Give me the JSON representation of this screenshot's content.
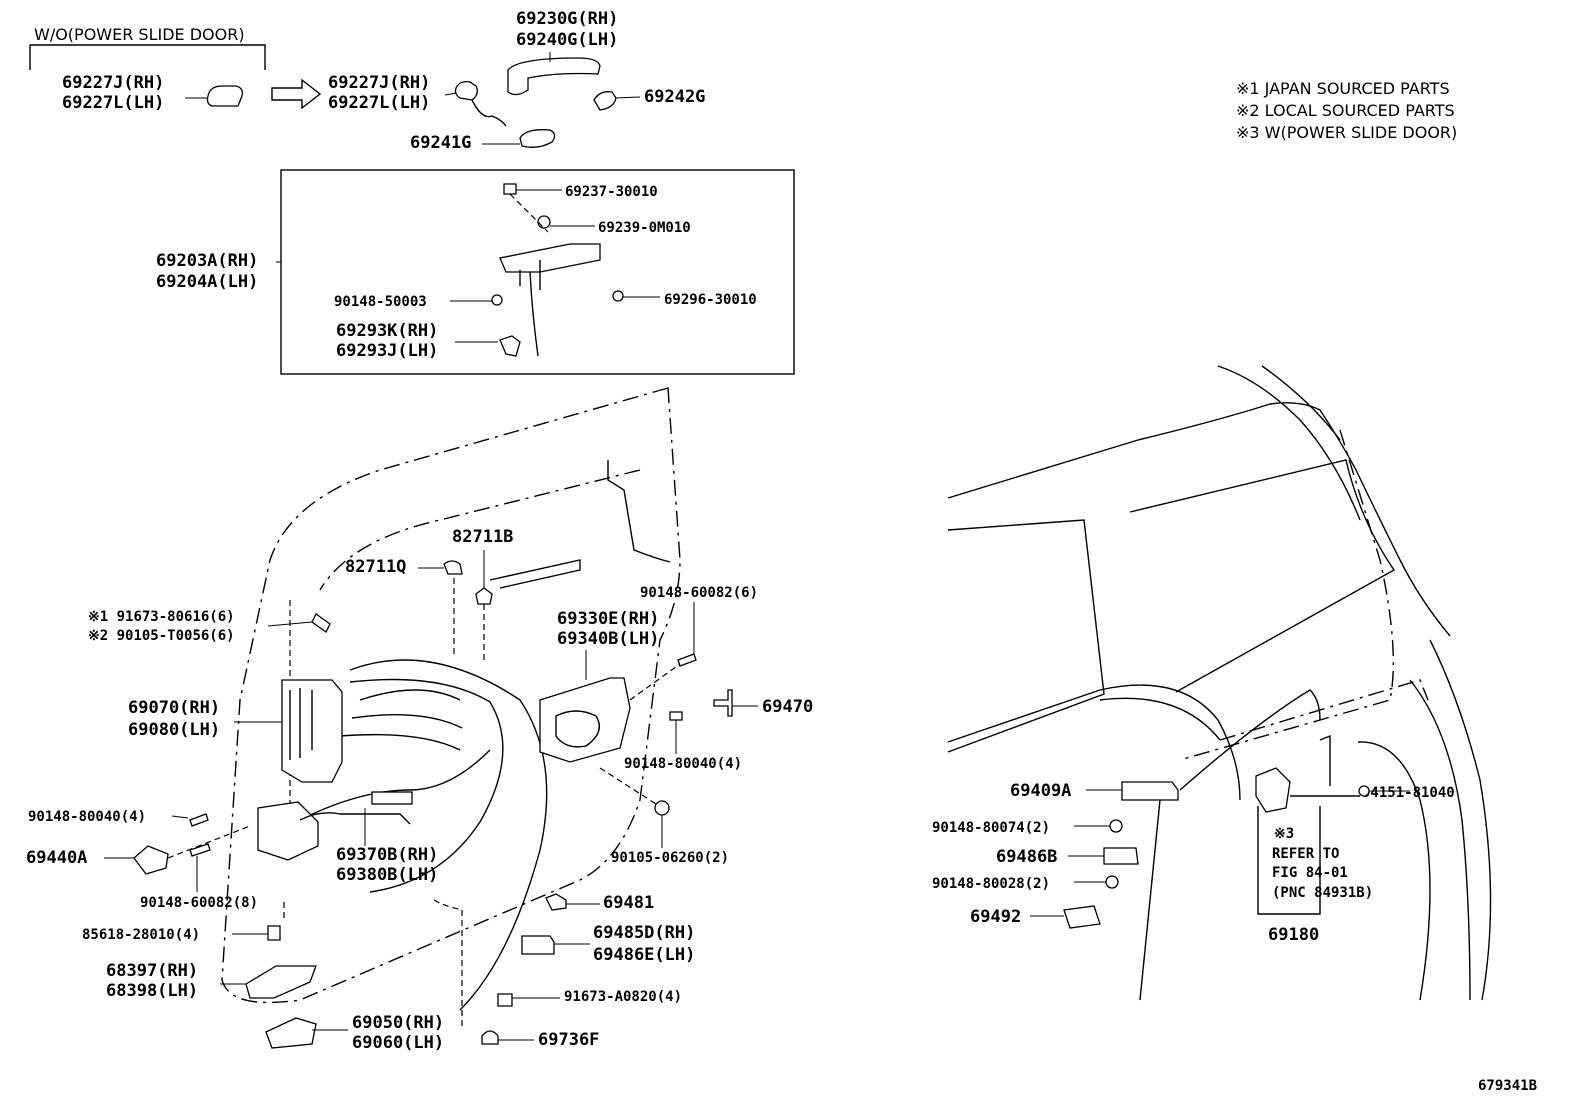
{
  "header": {
    "variant_label": "W/O(POWER SLIDE DOOR)"
  },
  "notes": [
    "※1 JAPAN SOURCED PARTS",
    "※2 LOCAL SOURCED PARTS",
    "※3 W(POWER SLIDE DOOR)"
  ],
  "parts": {
    "p69227J": "69227J(RH)",
    "p69227L": "69227L(LH)",
    "p69227J_b": "69227J(RH)",
    "p69227L_b": "69227L(LH)",
    "p69230G": "69230G(RH)",
    "p69240G": "69240G(LH)",
    "p69242G": "69242G",
    "p69241G": "69241G",
    "p69237": "69237-30010",
    "p69239": "69239-0M010",
    "p69203A": "69203A(RH)",
    "p69204A": "69204A(LH)",
    "p90148_50003": "90148-50003",
    "p69296": "69296-30010",
    "p69293K": "69293K(RH)",
    "p69293J": "69293J(LH)",
    "p82711B": "82711B",
    "p82711Q": "82711Q",
    "p91673_80616": "※1 91673-80616(6)",
    "p90105_T0056": "※2 90105-T0056(6)",
    "p90148_60082_top": "90148-60082(6)",
    "p69330E": "69330E(RH)",
    "p69340B": "69340B(LH)",
    "p69470": "69470",
    "p69070": "69070(RH)",
    "p69080": "69080(LH)",
    "p90148_80040_r": "90148-80040(4)",
    "p90148_80040_l": "90148-80040(4)",
    "p69440A": "69440A",
    "p69370B": "69370B(RH)",
    "p69380B": "69380B(LH)",
    "p90105_06260": "90105-06260(2)",
    "p90148_60082_b": "90148-60082(8)",
    "p69481": "69481",
    "p85618": "85618-28010(4)",
    "p69485D": "69485D(RH)",
    "p69486E": "69486E(LH)",
    "p68397": "68397(RH)",
    "p68398": "68398(LH)",
    "p91673_A0820": "91673-A0820(4)",
    "p69050": "69050(RH)",
    "p69060": "69060(LH)",
    "p69736F": "69736F",
    "p69409A": "69409A",
    "p94151": "94151-81040",
    "p90148_80074": "90148-80074(2)",
    "p69486B": "69486B",
    "p90148_80028": "90148-80028(2)",
    "p69492": "69492",
    "p69180": "69180",
    "ref_mark": "※3",
    "ref_line1": "REFER TO",
    "ref_line2": "FIG 84-01",
    "ref_line3": "(PNC 84931B)"
  },
  "footer": {
    "figure_id": "679341B"
  }
}
